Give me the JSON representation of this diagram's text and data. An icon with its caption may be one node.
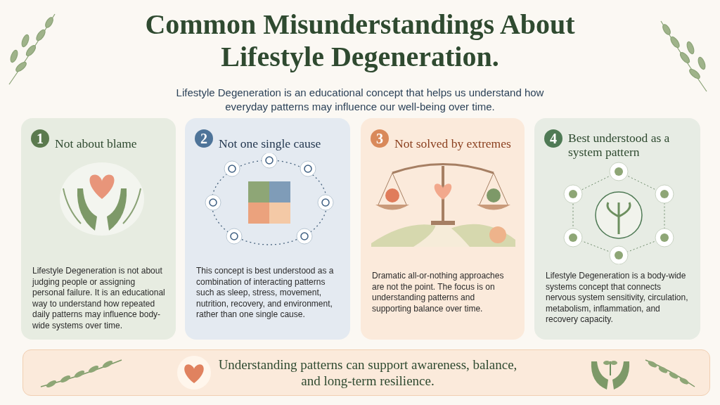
{
  "diagram": {
    "title": "Common Misunderstandings About Lifestyle Degeneration.",
    "nodes": [
      {
        "text": [
          "1",
          "Not about blame",
          "Lifestyle Degeneration is not about judging people or assigning personal failure. It is an educational way to understand how repeated daily patterns may influence body-wide systems over time."
        ]
      },
      {
        "text": [
          "2",
          "Not one single cause",
          "This concept is best understood as a combination of interacting patterns such as sleep, stress, movement, nutrition, recovery, and environment, rather than one single cause."
        ]
      },
      {
        "text": [
          "3",
          "Not solved by extremes",
          "Dramatic all-or-nothing approaches are not the point. The focus is on understanding patterns and supporting balance over time."
        ]
      },
      {
        "text": [
          "4",
          "Best understood as a system pattern",
          "Lifestyle Degeneration is a body-wide systems concept that connects nervous system sensitivity, circulation, metabolism, inflammation, and recovery capacity."
        ]
      },
      {
        "text": [
          "Understanding patterns can support awareness, balance, and long-term resilience."
        ]
      }
    ],
    "labels": [
      "Lifestyle Degeneration is an educational concept that helps us understand how everyday patterns may influence our well-being over time."
    ]
  }
}
